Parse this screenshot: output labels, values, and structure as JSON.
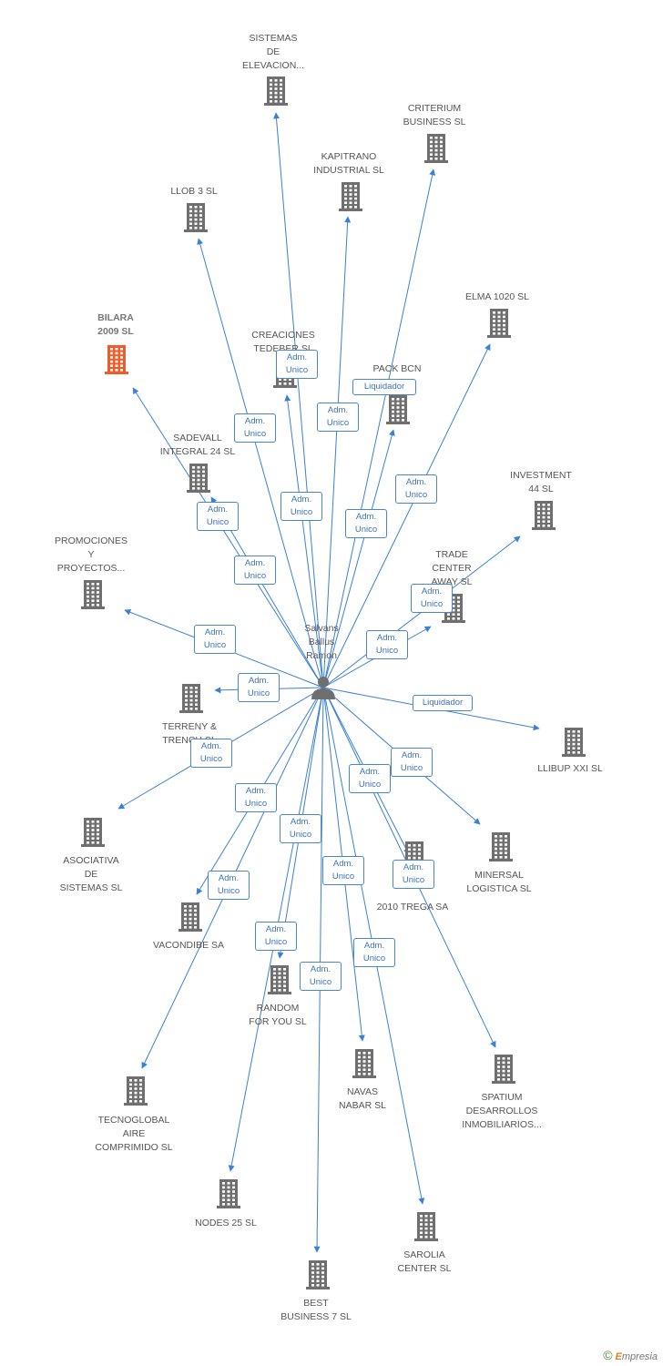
{
  "colors": {
    "edge": "#3a80d6",
    "building": "#6f6f6f",
    "highlight": "#f15b2a",
    "person": "#6f6f6f"
  },
  "person": {
    "label": "Salvans\nBallus\nRamon",
    "icon": "person-icon"
  },
  "companies": [
    {
      "id": "sistemas-elevacion",
      "label": "SISTEMAS\nDE\nELEVACION..."
    },
    {
      "id": "criterium",
      "label": "CRITERIUM\nBUSINESS SL"
    },
    {
      "id": "kapitrano",
      "label": "KAPITRANO\nINDUSTRIAL SL"
    },
    {
      "id": "llob-3",
      "label": "LLOB 3 SL"
    },
    {
      "id": "elma-1020",
      "label": "ELMA 1020 SL"
    },
    {
      "id": "bilara-2009",
      "label": "BILARA\n2009 SL",
      "highlight": true
    },
    {
      "id": "creaciones-tedeber",
      "label": "CREACIONES\nTEDEBER SL"
    },
    {
      "id": "pack-bcn",
      "label": "PACK BCN"
    },
    {
      "id": "sadevall",
      "label": "SADEVALL\nINTEGRAL 24 SL"
    },
    {
      "id": "investment-44",
      "label": "INVESTMENT\n44 SL"
    },
    {
      "id": "promociones",
      "label": "PROMOCIONES\nY\nPROYECTOS..."
    },
    {
      "id": "trade-center",
      "label": "TRADE\nCENTER\nAWAY SL"
    },
    {
      "id": "terreny",
      "label": "TERRENY &\nTRENCH SL"
    },
    {
      "id": "llibup",
      "label": "LLIBUP XXI SL"
    },
    {
      "id": "asociativa",
      "label": "ASOCIATIVA\nDE\nSISTEMAS SL"
    },
    {
      "id": "minersal",
      "label": "MINERSAL\nLOGISTICA SL"
    },
    {
      "id": "vacondibe",
      "label": "VACONDIBE SA"
    },
    {
      "id": "trega-2010",
      "label": "2010 TREGA SA"
    },
    {
      "id": "random",
      "label": "RANDOM\nFOR YOU SL"
    },
    {
      "id": "navas-nabar",
      "label": "NAVAS\nNABAR SL"
    },
    {
      "id": "spatium",
      "label": "SPATIUM\nDESARROLLOS\nINMOBILIARIOS..."
    },
    {
      "id": "tecnoglobal",
      "label": "TECNOGLOBAL\nAIRE\nCOMPRIMIDO SL"
    },
    {
      "id": "nodes-25",
      "label": "NODES 25 SL"
    },
    {
      "id": "sarolia",
      "label": "SAROLIA\nCENTER SL"
    },
    {
      "id": "best-business-7",
      "label": "BEST\nBUSINESS 7 SL"
    }
  ],
  "relations": [
    {
      "to": "sistemas-elevacion",
      "role": "Adm.\nUnico"
    },
    {
      "to": "criterium",
      "role": "Adm.\nUnico"
    },
    {
      "to": "kapitrano",
      "role": "Adm.\nUnico"
    },
    {
      "to": "llob-3",
      "role": "Adm.\nUnico"
    },
    {
      "to": "elma-1020",
      "role": "Adm.\nUnico"
    },
    {
      "to": "bilara-2009",
      "role": "Adm.\nUnico"
    },
    {
      "to": "creaciones-tedeber",
      "role": "Adm.\nUnico"
    },
    {
      "to": "pack-bcn",
      "role": "Liquidador"
    },
    {
      "to": "sadevall",
      "role": "Adm.\nUnico"
    },
    {
      "to": "investment-44",
      "role": "Adm.\nUnico"
    },
    {
      "to": "promociones",
      "role": "Adm.\nUnico"
    },
    {
      "to": "trade-center",
      "role": "Adm.\nUnico"
    },
    {
      "to": "terreny",
      "role": "Adm.\nUnico"
    },
    {
      "to": "llibup",
      "role": "Liquidador"
    },
    {
      "to": "asociativa",
      "role": "Adm.\nUnico"
    },
    {
      "to": "minersal",
      "role": "Adm.\nUnico"
    },
    {
      "to": "vacondibe",
      "role": "Adm.\nUnico"
    },
    {
      "to": "trega-2010",
      "role": "Adm.\nUnico"
    },
    {
      "to": "random",
      "role": "Adm.\nUnico"
    },
    {
      "to": "navas-nabar",
      "role": "Adm.\nUnico"
    },
    {
      "to": "spatium",
      "role": "Adm.\nUnico"
    },
    {
      "to": "tecnoglobal",
      "role": "Adm.\nUnico"
    },
    {
      "to": "nodes-25",
      "role": "Adm.\nUnico"
    },
    {
      "to": "sarolia",
      "role": "Adm.\nUnico"
    },
    {
      "to": "best-business-7",
      "role": "Adm.\nUnico"
    }
  ],
  "copyright": {
    "symbol": "©",
    "brand_initial": "E",
    "brand_rest": "mpresia"
  }
}
